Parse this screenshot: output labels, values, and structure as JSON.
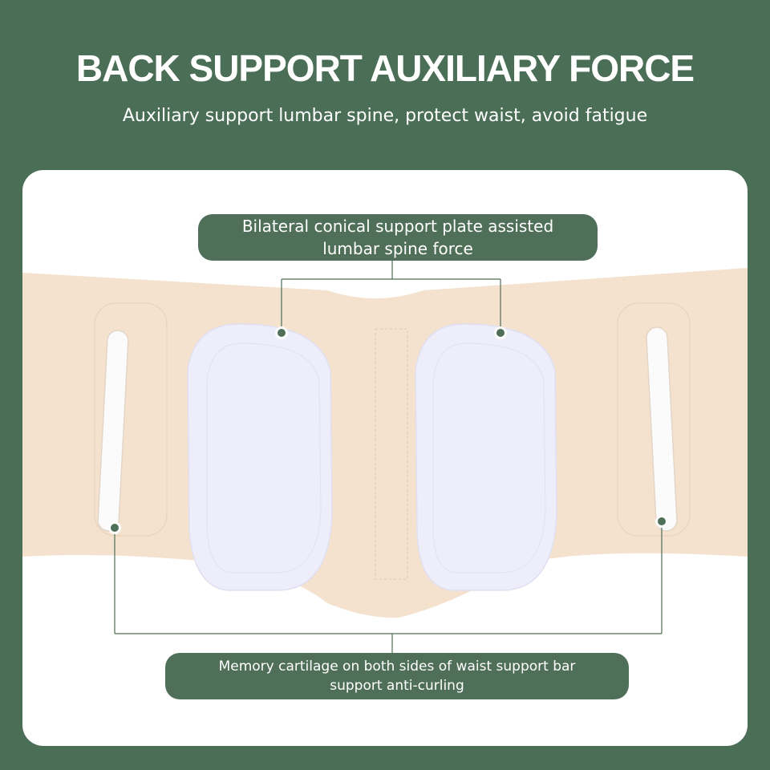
{
  "header": {
    "title": "BACK SUPPORT AUXILIARY FORCE",
    "subtitle": "Auxiliary support lumbar spine, protect waist, avoid fatigue"
  },
  "callouts": {
    "top": {
      "line1": "Bilateral conical support plate assisted",
      "line2": "lumbar spine force"
    },
    "bottom": {
      "line1": "Memory cartilage on both sides of waist support bar",
      "line2": "support anti-curling"
    }
  },
  "colors": {
    "background": "#4b6e57",
    "panel": "#ffffff",
    "belt": "#f4e2cf",
    "plate": "#eeeefb",
    "callout": "#4f6f58"
  }
}
